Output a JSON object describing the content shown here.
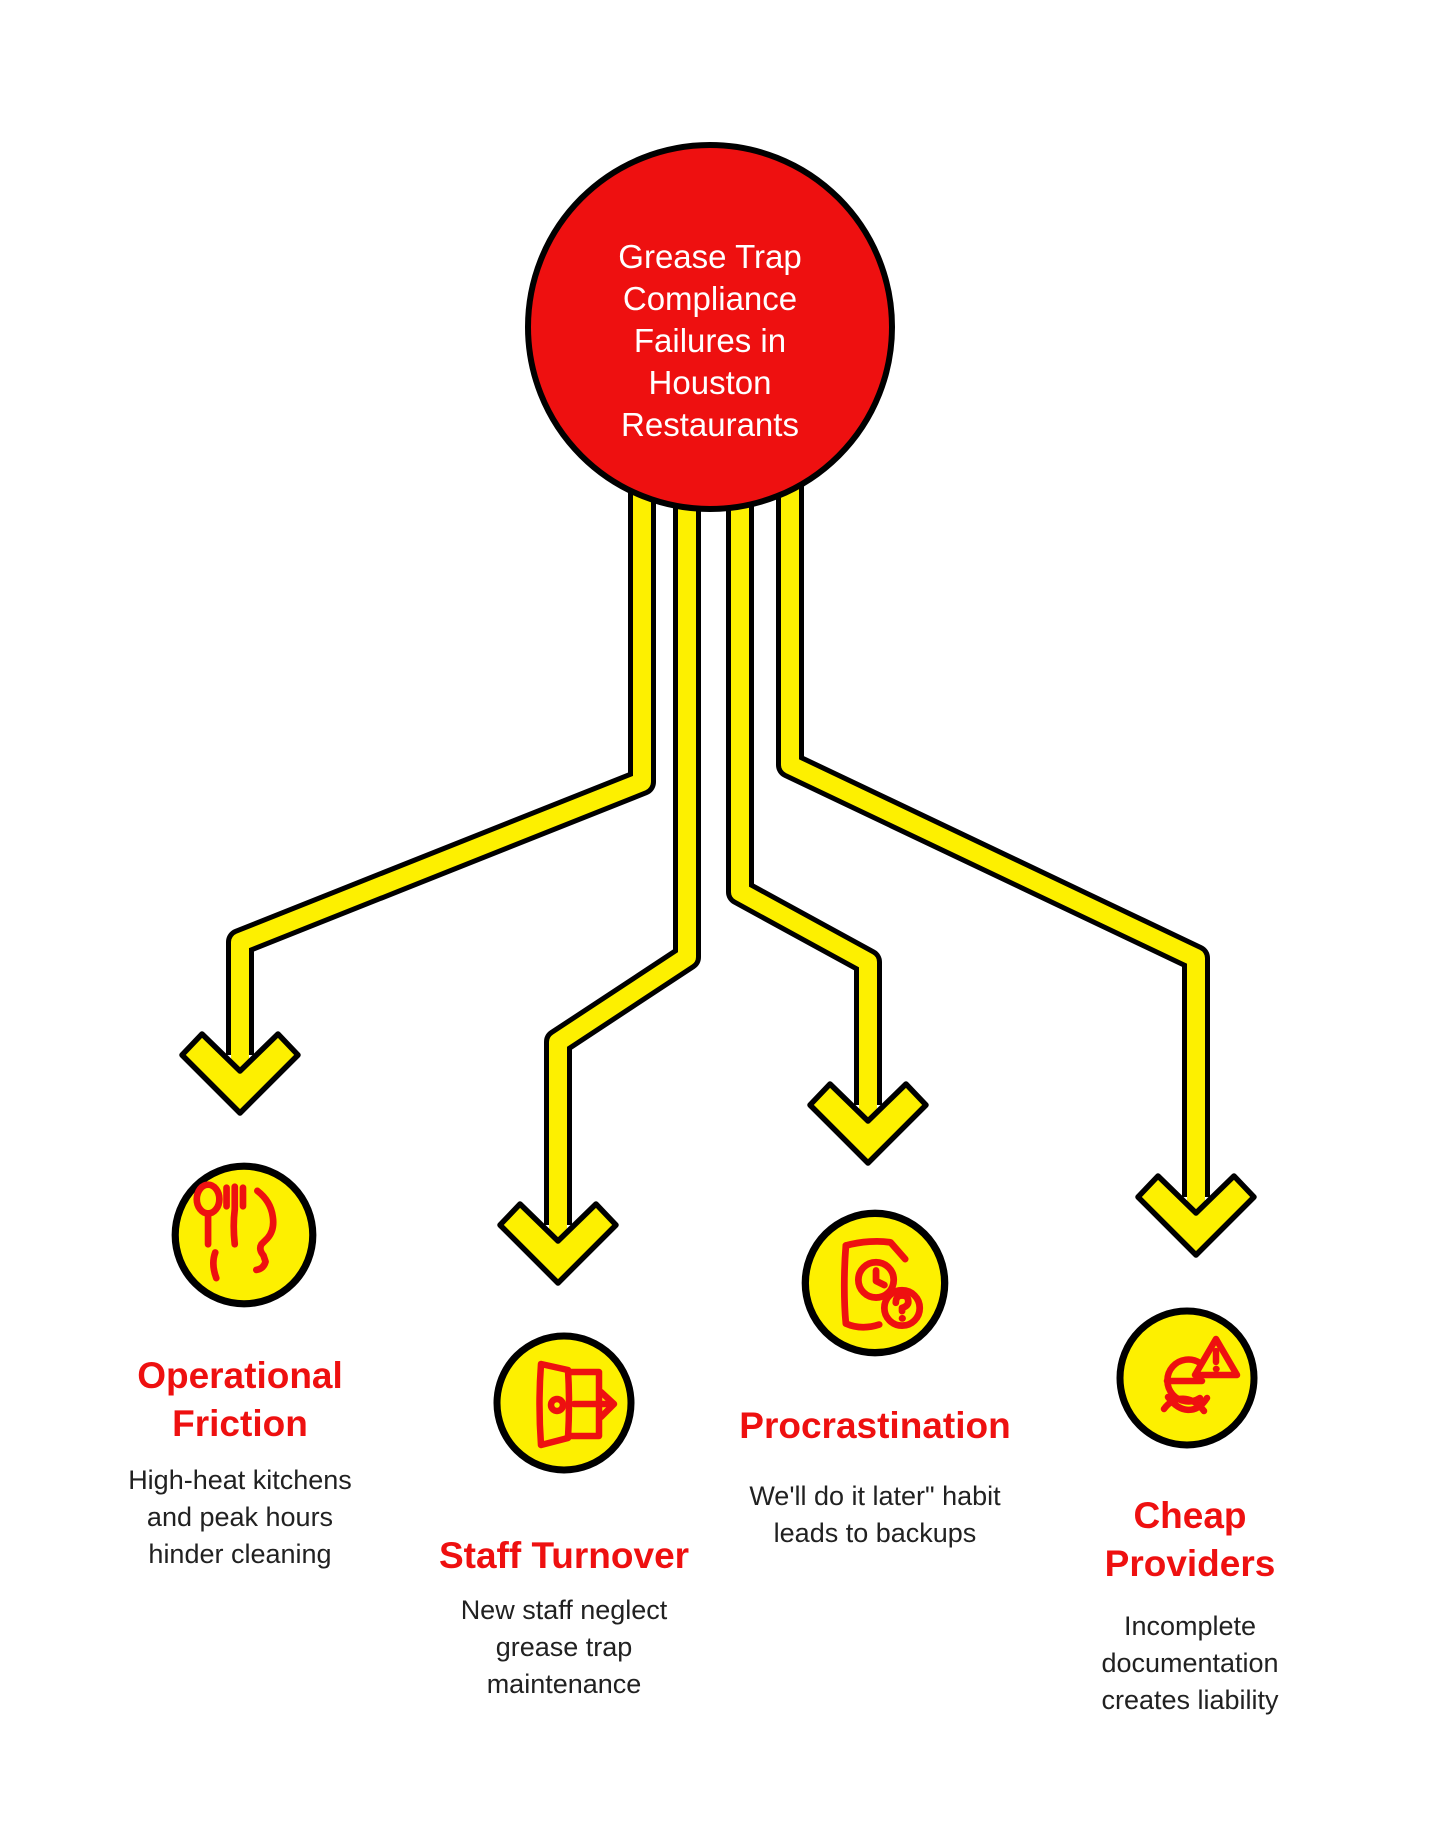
{
  "root": {
    "title": "Grease Trap\nCompliance\nFailures in\nHouston\nRestaurants"
  },
  "causes": [
    {
      "label": "Operational\nFriction",
      "description": "High-heat kitchens\nand peak hours\nhinder cleaning",
      "icon": "utensils-head-icon"
    },
    {
      "label": "Staff Turnover",
      "description": "New staff neglect\ngrease trap\nmaintenance",
      "icon": "exit-door-icon"
    },
    {
      "label": "Procrastination",
      "description": "We'll do it later\" habit\nleads to backups",
      "icon": "document-clock-question-icon"
    },
    {
      "label": "Cheap\nProviders",
      "description": "Incomplete\ndocumentation\ncreates liability",
      "icon": "crossed-euro-warning-icon"
    }
  ],
  "colors": {
    "node_red": "#ee1010",
    "arrow_yellow": "#fdf000",
    "outline_black": "#000000",
    "description_text": "#212121",
    "root_text": "#ffffff"
  }
}
